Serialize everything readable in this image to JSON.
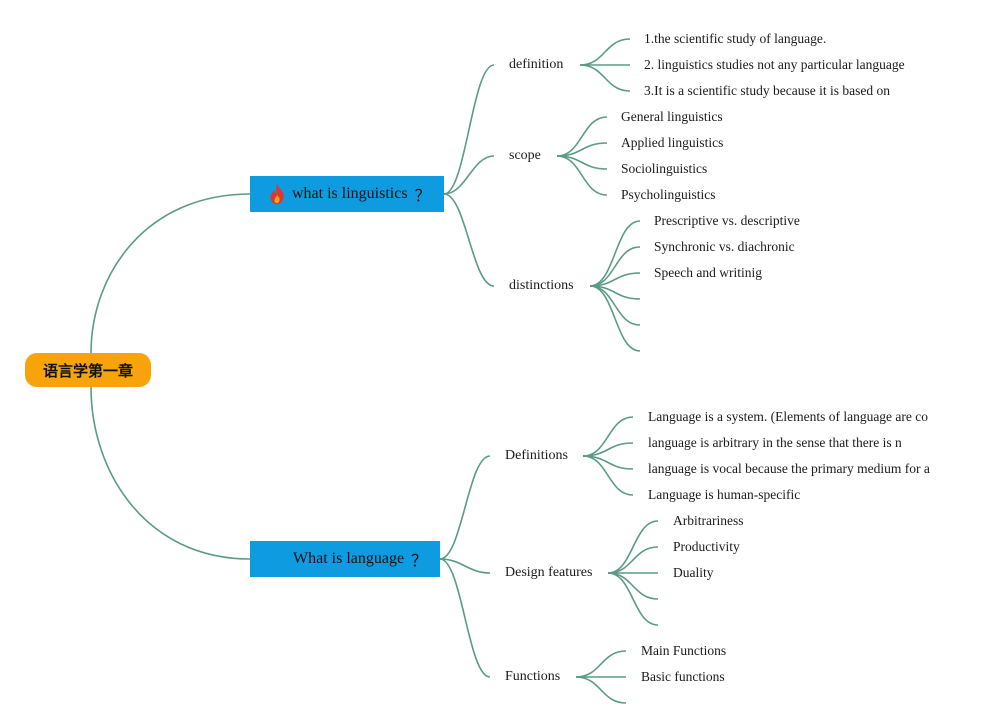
{
  "root": {
    "label": "语言学第一章"
  },
  "branches": [
    {
      "label": "what is linguistics",
      "suffix": "？",
      "children": [
        {
          "label": "definition",
          "leaves": [
            "1.the scientific study of language.",
            "2. linguistics studies not any particular language",
            "3.It is a scientific study because it is based on"
          ]
        },
        {
          "label": "scope",
          "leaves": [
            "General linguistics",
            "Applied linguistics",
            "Sociolinguistics",
            "Psycholinguistics"
          ]
        },
        {
          "label": "distinctions",
          "leaves": [
            "Prescriptive vs. descriptive",
            "Synchronic vs. diachronic",
            "Speech and writinig",
            "",
            "",
            ""
          ]
        }
      ]
    },
    {
      "label": "What is language",
      "suffix": "？",
      "children": [
        {
          "label": "Definitions",
          "leaves": [
            "Language is a system. (Elements of language are co",
            "language is arbitrary in the sense that there is n",
            "language is vocal because the primary medium for a",
            "Language is human-specific"
          ]
        },
        {
          "label": "Design features",
          "leaves": [
            "Arbitrariness",
            "Productivity",
            "Duality",
            "",
            ""
          ]
        },
        {
          "label": "Functions",
          "leaves": [
            "Main Functions",
            "Basic functions",
            ""
          ]
        }
      ]
    }
  ],
  "colors": {
    "line": "#5a9a86",
    "branch_fill": "#0f9be0",
    "root_fill": "#f9a30a",
    "icon": "#e0362b"
  }
}
